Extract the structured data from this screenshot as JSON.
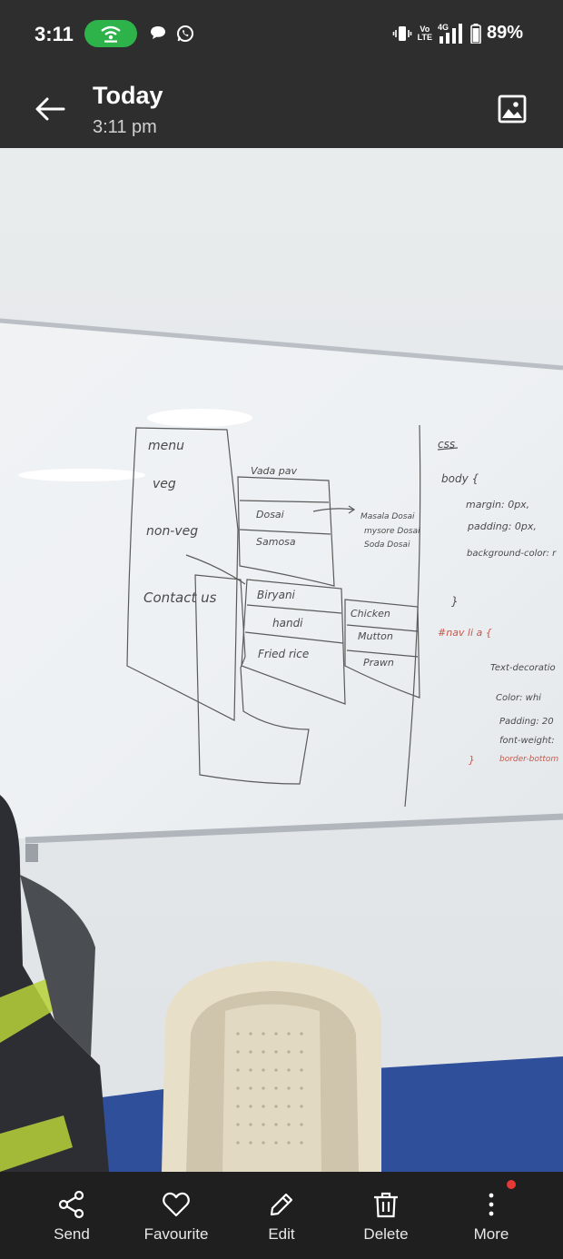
{
  "status_bar": {
    "time": "3:11",
    "battery": "89%",
    "volte_line1": "Vo",
    "volte_line2": "LTE",
    "network": "4G"
  },
  "app_bar": {
    "title": "Today",
    "subtitle": "3:11 pm"
  },
  "actions": [
    {
      "label": "Send",
      "icon": "share-icon"
    },
    {
      "label": "Favourite",
      "icon": "heart-icon"
    },
    {
      "label": "Edit",
      "icon": "pencil-icon"
    },
    {
      "label": "Delete",
      "icon": "trash-icon"
    },
    {
      "label": "More",
      "icon": "more-vertical-icon"
    }
  ],
  "whiteboard": {
    "menu": "menu",
    "veg": "veg",
    "non_veg": "non-veg",
    "contact": "Contact us",
    "veg_items": [
      "Vada pav",
      "Dosai",
      "Samosa"
    ],
    "dosai_items": [
      "Masala Dosai",
      "mysore Dosai",
      "Soda Dosai"
    ],
    "nonveg_items": [
      "Biryani",
      "handi",
      "Fried rice"
    ],
    "biryani_items": [
      "Chicken",
      "Mutton",
      "Prawn"
    ],
    "css_title": "css",
    "css_lines": [
      "body {",
      "margin: 0px,",
      "padding: 0px,",
      "background-color: r"
    ],
    "close_brace": "}",
    "selector": "#nav li a {",
    "rule_lines": [
      "Text-decoratio",
      "Color: whi",
      "Padding: 20",
      "font-weight:"
    ],
    "red_line": "border-bottom",
    "end_brace": "}"
  }
}
